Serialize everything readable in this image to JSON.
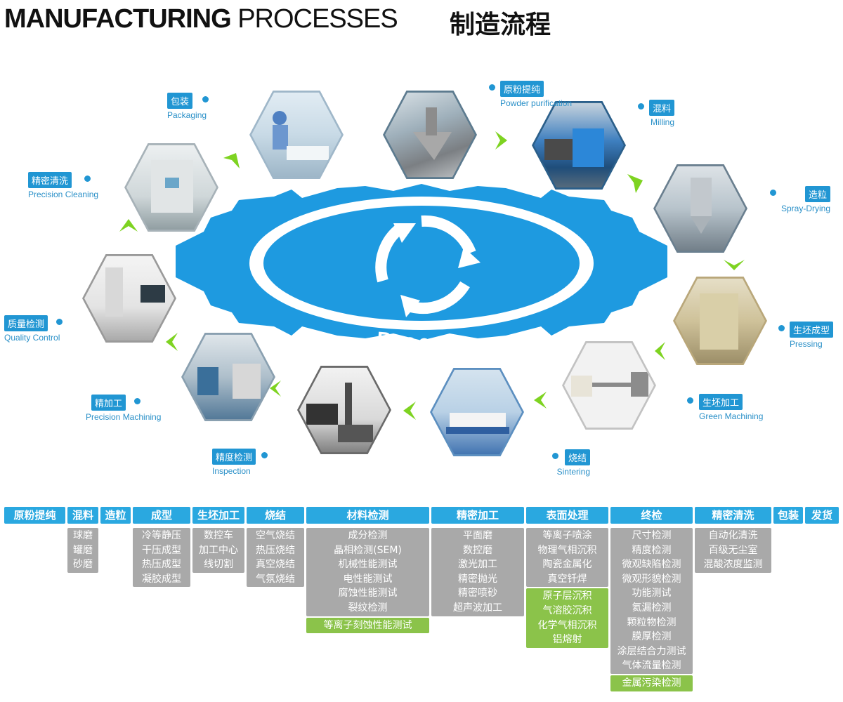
{
  "header": {
    "en_bold": "MANUFACTURING",
    "en_light": "PROCESSES",
    "cn": "制造流程"
  },
  "center": {
    "label": "Process"
  },
  "steps": [
    {
      "cn": "原粉提纯",
      "en": "Powder purification",
      "icon": "powder-mixer-photo"
    },
    {
      "cn": "混料",
      "en": "Milling",
      "icon": "milling-machine-photo"
    },
    {
      "cn": "造粒",
      "en": "Spray-Drying",
      "icon": "spray-dryer-photo"
    },
    {
      "cn": "生坯成型",
      "en": "Pressing",
      "icon": "press-machine-photo"
    },
    {
      "cn": "生坯加工",
      "en": "Green Machining",
      "icon": "drill-part-photo"
    },
    {
      "cn": "烧结",
      "en": "Sintering",
      "icon": "furnace-photo"
    },
    {
      "cn": "精度检测",
      "en": "Inspection",
      "icon": "cmm-photo"
    },
    {
      "cn": "精加工",
      "en": "Precision Machining",
      "icon": "cnc-photo"
    },
    {
      "cn": "质量检测",
      "en": "Quality Control",
      "icon": "measurement-photo"
    },
    {
      "cn": "精密清洗",
      "en": "Precision Cleaning",
      "icon": "cleaning-machine-photo"
    },
    {
      "cn": "包装",
      "en": "Packaging",
      "icon": "cleanroom-photo"
    }
  ],
  "table": [
    {
      "head": "原粉提纯",
      "gray": [],
      "green": []
    },
    {
      "head": "混料",
      "gray": [
        "球磨",
        "罐磨",
        "砂磨"
      ],
      "green": []
    },
    {
      "head": "造粒",
      "gray": [],
      "green": []
    },
    {
      "head": "成型",
      "gray": [
        "冷等静压",
        "干压成型",
        "热压成型",
        "凝胶成型"
      ],
      "green": []
    },
    {
      "head": "生坯加工",
      "gray": [
        "数控车",
        "加工中心",
        "线切割"
      ],
      "green": []
    },
    {
      "head": "烧结",
      "gray": [
        "空气烧结",
        "热压烧结",
        "真空烧结",
        "气氛烧结"
      ],
      "green": []
    },
    {
      "head": "材料检测",
      "gray": [
        "成分检测",
        "晶相检测(SEM)",
        "机械性能测试",
        "电性能测试",
        "腐蚀性能测试",
        "裂纹检测"
      ],
      "green": [
        "等离子刻蚀性能测试"
      ]
    },
    {
      "head": "精密加工",
      "gray": [
        "平面磨",
        "数控磨",
        "激光加工",
        "精密抛光",
        "精密喷砂",
        "超声波加工"
      ],
      "green": []
    },
    {
      "head": "表面处理",
      "gray": [
        "等离子喷涂",
        "物理气相沉积",
        "陶瓷金属化",
        "真空钎焊"
      ],
      "green": [
        "原子层沉积",
        "气溶胶沉积",
        "化学气相沉积",
        "铝熔射"
      ]
    },
    {
      "head": "终检",
      "gray": [
        "尺寸检测",
        "精度检测",
        "微观缺陷检测",
        "微观形貌检测",
        "功能测试",
        "氦漏检测",
        "颗粒物检测",
        "膜厚检测",
        "涂层结合力测试",
        "气体流量检测"
      ],
      "green": [
        "金属污染检测"
      ]
    },
    {
      "head": "精密清洗",
      "gray": [
        "自动化清洗",
        "百级无尘室",
        "混酸浓度监测"
      ],
      "green": []
    },
    {
      "head": "包装",
      "gray": [],
      "green": []
    },
    {
      "head": "发货",
      "gray": [],
      "green": []
    }
  ],
  "colors": {
    "primary_blue": "#2196d3",
    "gear_blue": "#1e9ae0",
    "arrow_green": "#7ed321",
    "table_head": "#2aa8e0",
    "cell_gray": "#a9a9a9",
    "cell_green": "#8bc34a"
  }
}
